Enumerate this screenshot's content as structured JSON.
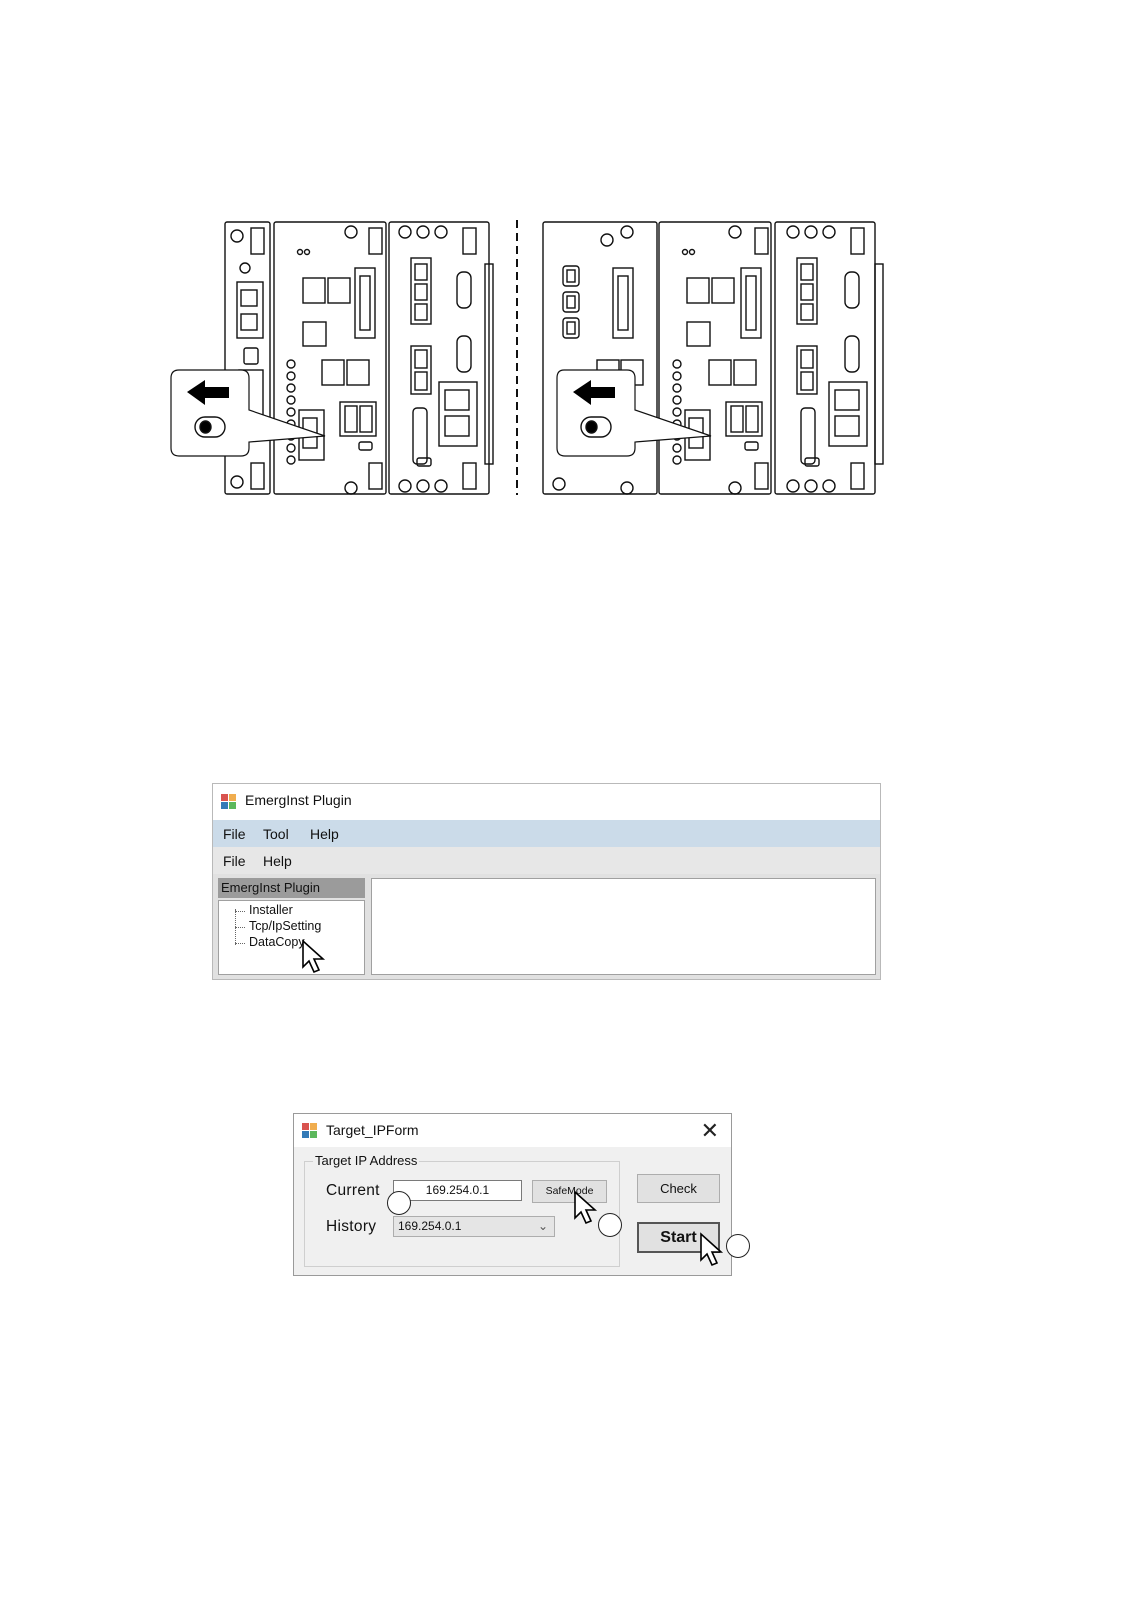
{
  "emerg_window": {
    "title": "EmergInst Plugin",
    "menu_top": [
      "File",
      "Tool",
      "Help"
    ],
    "menu_second": [
      "File",
      "Help"
    ],
    "tree_header": "EmergInst Plugin",
    "tree_items": [
      "Installer",
      "Tcp/IpSetting",
      "DataCopy"
    ]
  },
  "ip_dialog": {
    "title": "Target_IPForm",
    "close_symbol": "✕",
    "group_label": "Target IP Address",
    "current_label": "Current",
    "current_value": "169.254.0.1",
    "history_label": "History",
    "history_value": "169.254.0.1",
    "safemode_label": "SafeMode",
    "check_label": "Check",
    "start_label": "Start"
  },
  "icons": {
    "app_icon": "app-window-icon",
    "cursor": "mouse-pointer-icon",
    "switch_arrow": "left-arrow-icon"
  },
  "colors": {
    "menubar_blue": "#cbdbe9",
    "menubar_gray": "#e7e7e7",
    "dialog_bg": "#f0f0f0",
    "tree_header": "#9b9b9b"
  }
}
